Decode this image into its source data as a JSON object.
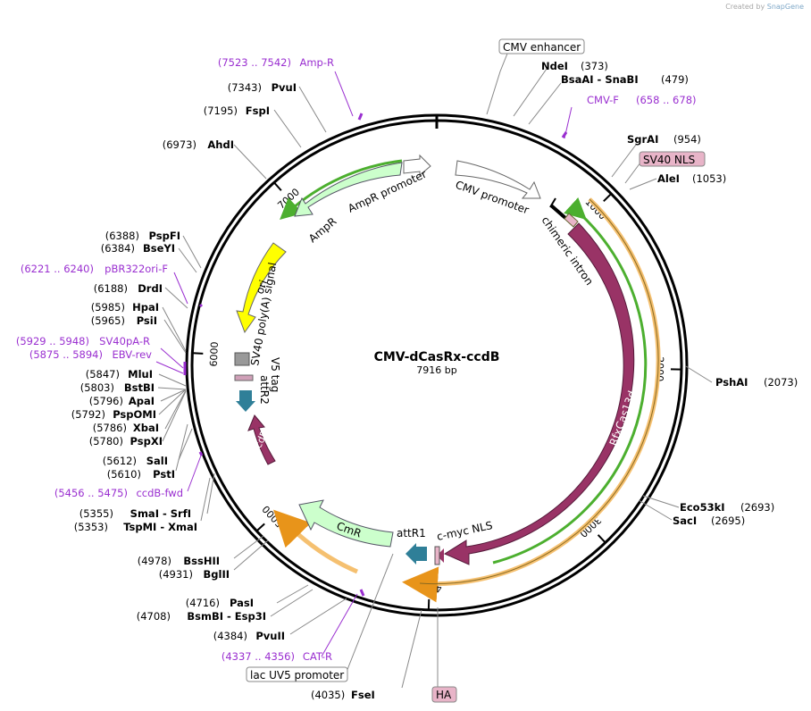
{
  "credit": {
    "prefix": "Created by",
    "brand": "SnapGene"
  },
  "map": {
    "name": "CMV-dCasRx-ccdB",
    "length_label": "7916 bp",
    "total_bp": 7916,
    "colors": {
      "enzyme": "#000000",
      "primer": "#9a2fd0",
      "rxcas": "#993366",
      "attr": "#2f7f98",
      "ori": "#ffff00",
      "resistance": "#ccffcc",
      "promoter": "#ffffff",
      "nls": "#e8b4c8",
      "gray": "#999999",
      "orange": "#f5c070",
      "green_line": "#4caf2f"
    },
    "tick_labels": [
      {
        "bp": 1000,
        "text": "1000"
      },
      {
        "bp": 2000,
        "text": "2000"
      },
      {
        "bp": 3000,
        "text": "3000"
      },
      {
        "bp": 4000,
        "text": "4000"
      },
      {
        "bp": 5000,
        "text": "5000"
      },
      {
        "bp": 6000,
        "text": "6000"
      },
      {
        "bp": 7000,
        "text": "7000"
      }
    ]
  },
  "labels": [
    {
      "kind": "boxed",
      "name": "CMV enhancer"
    },
    {
      "kind": "enzyme",
      "pos": "(373)",
      "name": "NdeI"
    },
    {
      "kind": "enzyme",
      "pos": "(479)",
      "name": "BsaAI - SnaBI"
    },
    {
      "kind": "primer",
      "pos": "(658 .. 678)",
      "name": "CMV-F"
    },
    {
      "kind": "enzyme",
      "pos": "(954)",
      "name": "SgrAI"
    },
    {
      "kind": "boxed-pink",
      "name": "SV40 NLS"
    },
    {
      "kind": "enzyme",
      "pos": "(1053)",
      "name": "AleI"
    },
    {
      "kind": "enzyme",
      "pos": "(2073)",
      "name": "PshAI"
    },
    {
      "kind": "enzyme",
      "pos": "(2693)",
      "name": "Eco53kI"
    },
    {
      "kind": "enzyme",
      "pos": "(2695)",
      "name": "SacI"
    },
    {
      "kind": "boxed-pink",
      "name": "HA"
    },
    {
      "kind": "enzyme",
      "pos": "(4035)",
      "name": "FseI"
    },
    {
      "kind": "boxed",
      "name": "lac UV5 promoter"
    },
    {
      "kind": "primer",
      "pos": "(4337 .. 4356)",
      "name": "CAT-R"
    },
    {
      "kind": "enzyme",
      "pos": "(4384)",
      "name": "PvuII"
    },
    {
      "kind": "enzyme",
      "pos": "(4708)",
      "name": "BsmBI - Esp3I"
    },
    {
      "kind": "enzyme",
      "pos": "(4716)",
      "name": "PasI"
    },
    {
      "kind": "enzyme",
      "pos": "(4931)",
      "name": "BglII"
    },
    {
      "kind": "enzyme",
      "pos": "(4978)",
      "name": "BssHII"
    },
    {
      "kind": "enzyme",
      "pos": "(5353)",
      "name": "TspMI - XmaI"
    },
    {
      "kind": "enzyme",
      "pos": "(5355)",
      "name": "SmaI - SrfI"
    },
    {
      "kind": "primer",
      "pos": "(5456 .. 5475)",
      "name": "ccdB-fwd"
    },
    {
      "kind": "enzyme",
      "pos": "(5610)",
      "name": "PstI"
    },
    {
      "kind": "enzyme",
      "pos": "(5612)",
      "name": "SalI"
    },
    {
      "kind": "enzyme",
      "pos": "(5780)",
      "name": "PspXI"
    },
    {
      "kind": "enzyme",
      "pos": "(5786)",
      "name": "XbaI"
    },
    {
      "kind": "enzyme",
      "pos": "(5792)",
      "name": "PspOMI"
    },
    {
      "kind": "enzyme",
      "pos": "(5796)",
      "name": "ApaI"
    },
    {
      "kind": "enzyme",
      "pos": "(5803)",
      "name": "BstBI"
    },
    {
      "kind": "enzyme",
      "pos": "(5847)",
      "name": "MluI"
    },
    {
      "kind": "primer",
      "pos": "(5875 .. 5894)",
      "name": "EBV-rev"
    },
    {
      "kind": "primer",
      "pos": "(5929 .. 5948)",
      "name": "SV40pA-R"
    },
    {
      "kind": "enzyme",
      "pos": "(5965)",
      "name": "PsiI"
    },
    {
      "kind": "enzyme",
      "pos": "(5985)",
      "name": "HpaI"
    },
    {
      "kind": "enzyme",
      "pos": "(6188)",
      "name": "DrdI"
    },
    {
      "kind": "primer",
      "pos": "(6221 .. 6240)",
      "name": "pBR322ori-F"
    },
    {
      "kind": "enzyme",
      "pos": "(6384)",
      "name": "BseYI"
    },
    {
      "kind": "enzyme",
      "pos": "(6388)",
      "name": "PspFI"
    },
    {
      "kind": "enzyme",
      "pos": "(6973)",
      "name": "AhdI"
    },
    {
      "kind": "enzyme",
      "pos": "(7195)",
      "name": "FspI"
    },
    {
      "kind": "enzyme",
      "pos": "(7343)",
      "name": "PvuI"
    },
    {
      "kind": "primer",
      "pos": "(7523 .. 7542)",
      "name": "Amp-R"
    }
  ],
  "features": [
    {
      "name": "CMV promoter"
    },
    {
      "name": "chimeric intron"
    },
    {
      "name": "RfxCas13d"
    },
    {
      "name": "c-myc NLS"
    },
    {
      "name": "attR1"
    },
    {
      "name": "CmR"
    },
    {
      "name": "ccdB"
    },
    {
      "name": "attR2"
    },
    {
      "name": "V5 tag"
    },
    {
      "name": "SV40 poly(A) signal"
    },
    {
      "name": "ori"
    },
    {
      "name": "AmpR"
    },
    {
      "name": "AmpR promoter"
    }
  ]
}
